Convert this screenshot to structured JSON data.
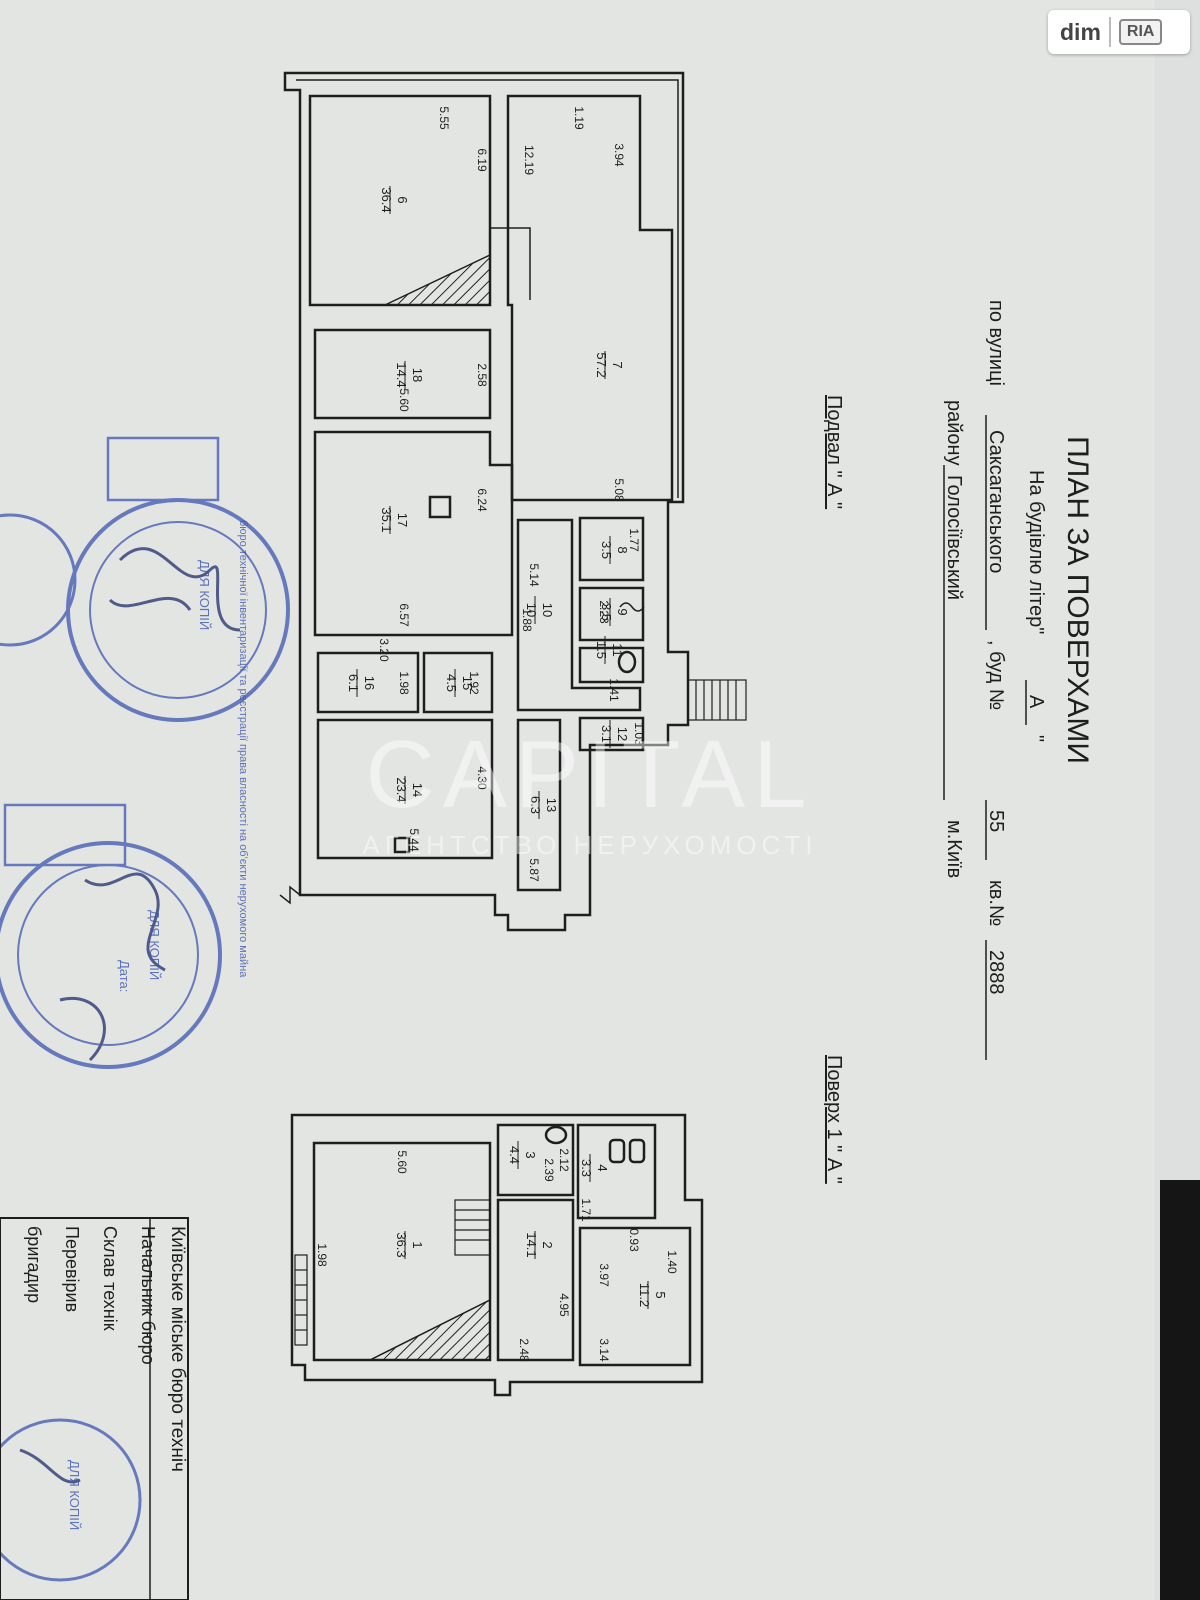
{
  "badge": {
    "site": "dim",
    "brand": "RIA"
  },
  "watermark": {
    "name": "CAPITAL",
    "tagline": "АГЕНТСТВО НЕРУХОМОСТІ"
  },
  "title": "ПЛАН ЗА ПОВЕРХАМИ",
  "header": {
    "building_prefix": "На будівлю літер\"",
    "building_letter": "А",
    "building_suffix": "\"",
    "street_prefix": "по вулиці",
    "street": "Саксаганського",
    "house_prefix": ", буд №",
    "house": "55",
    "apt_prefix": "кв.№",
    "apt": "2888",
    "district_prefix": "району",
    "district": "Голосіївський",
    "city": "м.Київ"
  },
  "basement": {
    "label": "Подвал \" А \"",
    "rooms": [
      {
        "num": "6",
        "area": "36.4"
      },
      {
        "num": "7",
        "area": "57.2"
      },
      {
        "num": "18",
        "area": "14.4"
      },
      {
        "num": "17",
        "area": "35.1"
      },
      {
        "num": "16",
        "area": "6.1"
      },
      {
        "num": "15",
        "area": "4.5"
      },
      {
        "num": "14",
        "area": "23.4"
      },
      {
        "num": "8",
        "area": "3.5"
      },
      {
        "num": "9",
        "area": "3.5"
      },
      {
        "num": "10",
        "area": "10"
      },
      {
        "num": "11",
        "area": "1.5"
      },
      {
        "num": "12",
        "area": "3.1"
      },
      {
        "num": "13",
        "area": "6.3"
      }
    ],
    "dims": [
      "5.55",
      "6.19",
      "1.19",
      "12.19",
      "3.94",
      "2.58",
      "5.60",
      "6.24",
      "6.57",
      "5.08",
      "1.77",
      "5.14",
      "2.23",
      "1.88",
      "3.20",
      "1.98",
      "1.92",
      "1.41",
      "1.03",
      "4.30",
      "5.44",
      "5.87"
    ]
  },
  "floor1": {
    "label": "Поверх 1 \" А \"",
    "rooms": [
      {
        "num": "1",
        "area": "36.3"
      },
      {
        "num": "2",
        "area": "14.1"
      },
      {
        "num": "3",
        "area": "4.4"
      },
      {
        "num": "4",
        "area": "3.3"
      },
      {
        "num": "5",
        "area": "11.2"
      }
    ],
    "dims": [
      "5.60",
      "1.98",
      "2.12",
      "2.39",
      "1.71",
      "0.93",
      "4.95",
      "3.97",
      "1.40",
      "2.48",
      "3.14"
    ]
  },
  "stamp_table": {
    "title": "Київське міське бюро техніч",
    "rows": [
      "Начальник бюро",
      "Склав технік",
      "Перевірив",
      "бригадир"
    ]
  },
  "stamps": [
    "бюро технічної інвентаризації та реєстрації права власності на об'єкти нерухомого майна",
    "ДЛЯ КОПІЙ",
    "ДЛЯ КОПІЙ",
    "Дата:",
    "ДЛЯ КОПІЙ"
  ],
  "colors": {
    "paper": "#e3e5e3",
    "ink": "#1e1e1e",
    "stamp": "#3d55b0"
  }
}
